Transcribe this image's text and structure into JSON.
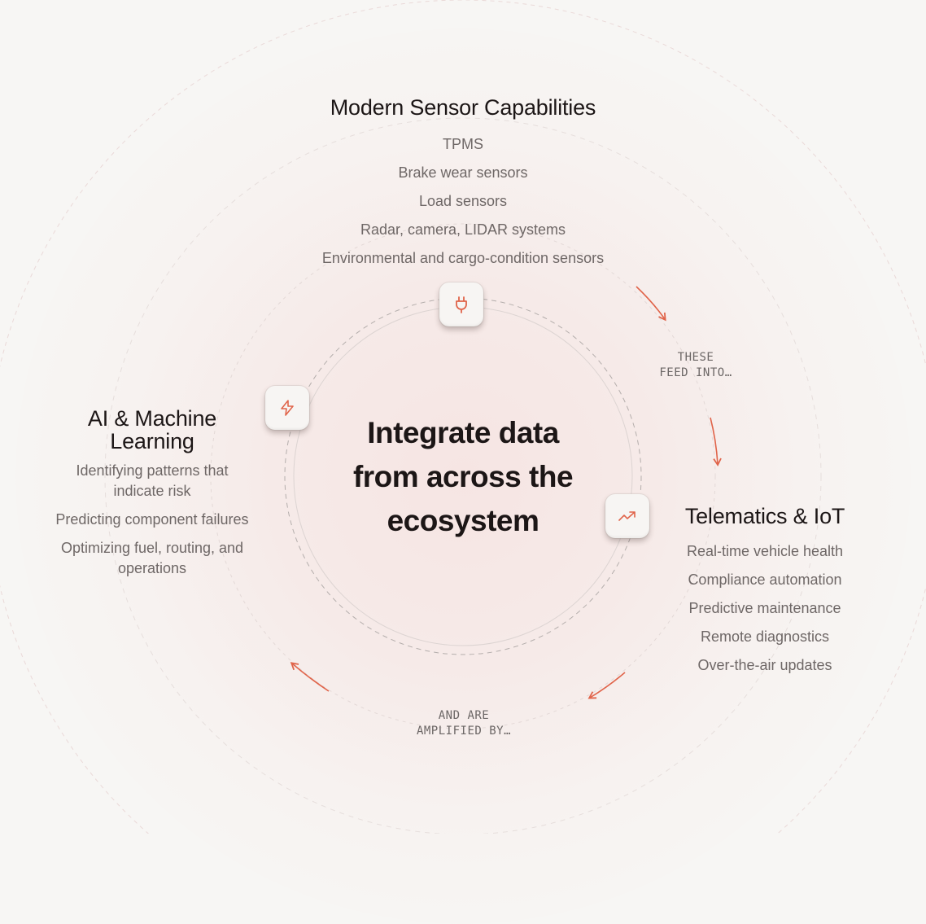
{
  "center": {
    "title_line1": "Integrate data",
    "title_line2": "from across the",
    "title_line3": "ecosystem"
  },
  "sections": {
    "sensors": {
      "title": "Modern Sensor Capabilities",
      "icon": "plug-icon",
      "items": [
        "TPMS",
        "Brake wear sensors",
        "Load sensors",
        "Radar, camera, LIDAR systems",
        "Environmental and cargo-condition sensors"
      ]
    },
    "telematics": {
      "title": "Telematics & IoT",
      "icon": "trending-up-icon",
      "items": [
        "Real-time vehicle health",
        "Compliance automation",
        "Predictive maintenance",
        "Remote diagnostics",
        "Over-the-air updates"
      ]
    },
    "ai": {
      "title_line1": "AI & Machine",
      "title_line2": "Learning",
      "icon": "lightning-bolt-icon",
      "items": [
        "Identifying patterns that indicate risk",
        "Predicting component failures",
        "Optimizing fuel, routing, and operations"
      ]
    }
  },
  "connectors": {
    "feed_into_line1": "THESE",
    "feed_into_line2": "FEED INTO…",
    "amplified_line1": "AND ARE",
    "amplified_line2": "AMPLIFIED BY…"
  },
  "colors": {
    "accent": "#e0644a",
    "background": "#f7f6f4",
    "text_dark": "#1c1616",
    "text_muted": "#6e6766"
  }
}
